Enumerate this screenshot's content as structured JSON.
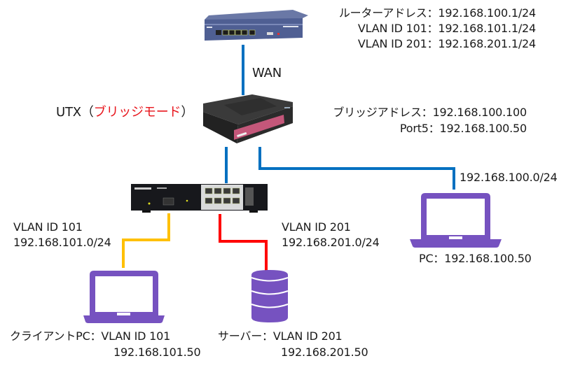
{
  "colors": {
    "wan_link": "#0070c0",
    "vlan101_link": "#ffc000",
    "vlan201_link": "#ff0000",
    "device_icon": "#7652c0",
    "utx_mode_text": "#e8161d"
  },
  "router": {
    "label_lines": [
      "ルーターアドレス：192.168.100.1/24",
      "VLAN ID 101：192.168.101.1/24",
      "VLAN ID 201：192.168.201.1/24"
    ]
  },
  "wan": {
    "label": "WAN"
  },
  "utx": {
    "name": "UTX（",
    "mode": "ブリッジモード",
    "close": "）",
    "bridge_address": "ブリッジアドレス：192.168.100.100",
    "port5": "Port5：192.168.100.50"
  },
  "pc_network": {
    "subnet": "192.168.100.0/24",
    "pc_label": "PC：192.168.100.50"
  },
  "vlan101": {
    "id_label": "VLAN ID 101",
    "subnet": "192.168.101.0/24",
    "client_label": "クライアントPC：VLAN ID 101",
    "client_ip": "192.168.101.50"
  },
  "vlan201": {
    "id_label": "VLAN ID 201",
    "subnet": "192.168.201.0/24",
    "server_label": "サーバー：VLAN ID 201",
    "server_ip": "192.168.201.50"
  }
}
